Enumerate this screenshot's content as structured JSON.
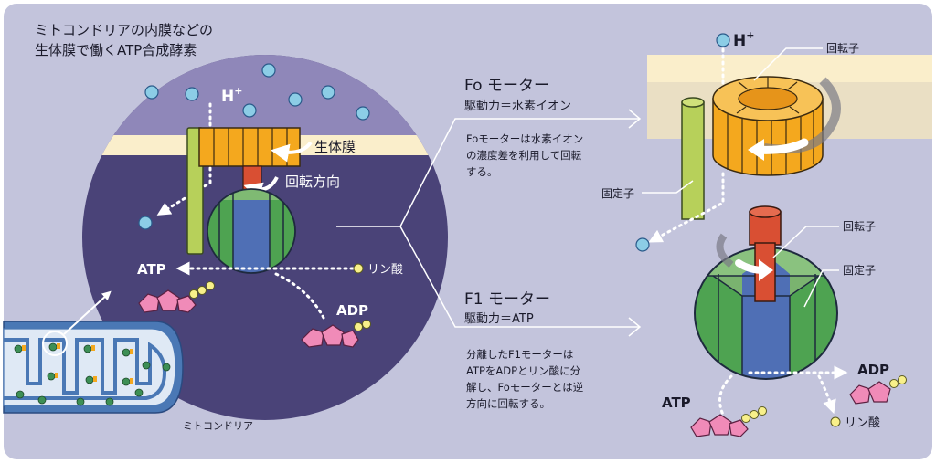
{
  "title_lines": [
    "ミトコンドリアの内膜などの",
    "生体膜で働くATP合成酵素"
  ],
  "left": {
    "proton": "H",
    "proton_sup": "+",
    "membrane": "生体膜",
    "rotation": "回転方向",
    "atp": "ATP",
    "phosphate": "リン酸",
    "adp": "ADP",
    "mitochondria": "ミトコンドリア"
  },
  "fo": {
    "title": "Fo モーター",
    "drive": "駆動力＝水素イオン",
    "desc": [
      "Foモーターは水素イオン",
      "の濃度差を利用して回転",
      "する。"
    ]
  },
  "f1": {
    "title": "F1 モーター",
    "drive": "駆動力＝ATP",
    "desc": [
      "分離したF1モーターは",
      "ATPをADPとリン酸に分",
      "解し、Foモーターとは逆",
      "方向に回転する。"
    ]
  },
  "right": {
    "proton": "H",
    "proton_sup": "+",
    "rotor_top": "回転子",
    "stator_top": "固定子",
    "rotor_bottom": "回転子",
    "stator_bottom": "固定子",
    "adp": "ADP",
    "atp": "ATP",
    "phosphate": "リン酸"
  },
  "colors": {
    "panel": "#c3c4dc",
    "cell_top": "#8f87b9",
    "cell_bottom": "#4a4378",
    "membrane": "#faeecb",
    "rotor": "#f4a81e",
    "stator": "#b7d05a",
    "shaft": "#d94f33",
    "globe_green": "#4ea351",
    "globe_blue": "#4f6fb5",
    "proton": "#8ccde6",
    "phosphate": "#f8f08a",
    "molecule": "#f08bb8"
  }
}
